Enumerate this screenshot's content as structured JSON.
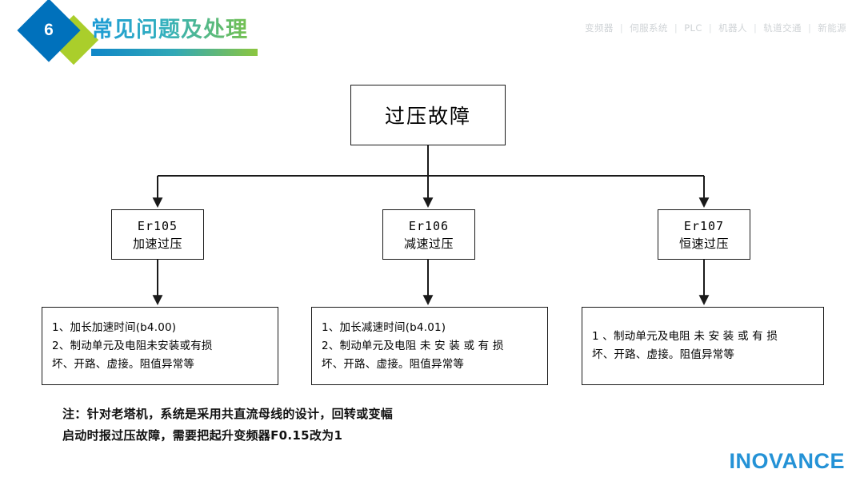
{
  "header": {
    "badge_number": "6",
    "title": "常见问题及处理",
    "nav_items": [
      "变频器",
      "伺服系统",
      "PLC",
      "机器人",
      "轨道交通",
      "新能源"
    ],
    "nav_separator": "|",
    "accent_blue": "#0071bc",
    "accent_green": "#aace2b",
    "title_gradient_from": "#1b9ad6",
    "title_gradient_to": "#7cc242"
  },
  "flow": {
    "root": {
      "label": "过压故障"
    },
    "branches": [
      {
        "code": "Er105",
        "name": "加速过压",
        "detail_lines": [
          "1、加长加速时间(b4.00)",
          "2、制动单元及电阻未安装或有损",
          "坏、开路、虚接。阻值异常等"
        ]
      },
      {
        "code": "Er106",
        "name": "减速过压",
        "detail_lines": [
          "1、加长减速时间(b4.01)",
          "2、制动单元及电阻 未 安 装 或 有 损",
          "坏、开路、虚接。阻值异常等"
        ]
      },
      {
        "code": "Er107",
        "name": "恒速过压",
        "detail_lines": [
          "1 、制动单元及电阻 未 安 装 或 有 损",
          "坏、开路、虚接。阻值异常等"
        ]
      }
    ]
  },
  "note": {
    "line1": "注：针对老塔机，系统是采用共直流母线的设计，回转或变幅",
    "line2": "启动时报过压故障，需要把起升变频器F0.15改为1"
  },
  "footer": {
    "logo_text": "INOVANCE",
    "logo_color": "#2492d6"
  }
}
